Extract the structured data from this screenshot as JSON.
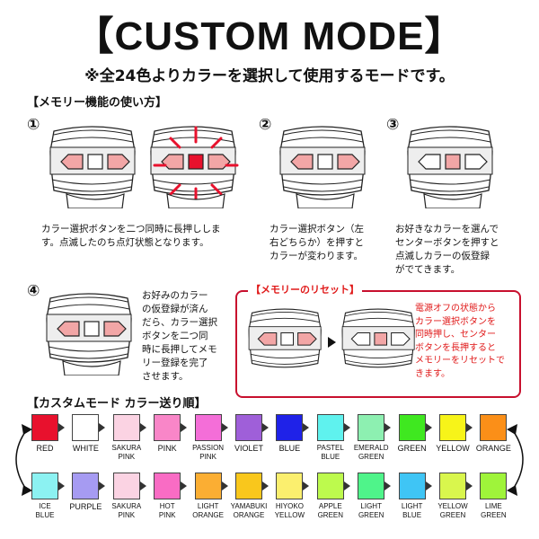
{
  "title": "【CUSTOM MODE】",
  "subtitle": "※全24色よりカラーを選択して使用するモードです。",
  "memory_section": "【メモリー機能の使い方】",
  "steps": [
    {
      "num": "①",
      "text": [
        "カラー選択ボタンを二つ同時に長押ししま",
        "す。点滅したのち点灯状態となります。"
      ]
    },
    {
      "num": "②",
      "text": [
        "カラー選択ボタン（左",
        "右どちらか）を押すと",
        "カラーが変わります。"
      ]
    },
    {
      "num": "③",
      "text": [
        "お好きなカラーを選んで",
        "センターボタンを押すと",
        "点滅しカラーの仮登録",
        "がでてきます。"
      ]
    },
    {
      "num": "④",
      "text": [
        "お好みのカラー",
        "の仮登録が済ん",
        "だら、カラー選択",
        "ボタンを二つ同",
        "時に長押してメモ",
        "リー登録を完了",
        "させます。"
      ]
    }
  ],
  "reset": {
    "label": "【メモリーのリセット】",
    "text": [
      "電源オフの状態から",
      "カラー選択ボタンを",
      "同時押し、センター",
      "ボタンを長押すると",
      "メモリーをリセットで",
      "きます。"
    ]
  },
  "color_section": "【カスタムモード カラー送り順】",
  "row1": [
    {
      "name": "RED",
      "lines": [
        "RED"
      ],
      "color": "#e8112d"
    },
    {
      "name": "WHITE",
      "lines": [
        "WHITE"
      ],
      "color": "#ffffff"
    },
    {
      "name": "SAKURA PINK",
      "lines": [
        "SAKURA",
        "PINK"
      ],
      "color": "#fbd3e3"
    },
    {
      "name": "PINK",
      "lines": [
        "PINK"
      ],
      "color": "#f986c8"
    },
    {
      "name": "PASSION PINK",
      "lines": [
        "PASSION",
        "PINK"
      ],
      "color": "#f46ed8"
    },
    {
      "name": "VIOLET",
      "lines": [
        "VIOLET"
      ],
      "color": "#9f5fd9"
    },
    {
      "name": "BLUE",
      "lines": [
        "BLUE"
      ],
      "color": "#1f22e8"
    },
    {
      "name": "PASTEL BLUE",
      "lines": [
        "PASTEL",
        "BLUE"
      ],
      "color": "#5ff2ee"
    },
    {
      "name": "EMERALD GREEN",
      "lines": [
        "EMERALD",
        "GREEN"
      ],
      "color": "#8df0b1"
    },
    {
      "name": "GREEN",
      "lines": [
        "GREEN"
      ],
      "color": "#3fe820"
    },
    {
      "name": "YELLOW",
      "lines": [
        "YELLOW"
      ],
      "color": "#f7f419"
    },
    {
      "name": "ORANGE",
      "lines": [
        "ORANGE"
      ],
      "color": "#fb8f18"
    }
  ],
  "row2": [
    {
      "name": "ICE BLUE",
      "lines": [
        "ICE",
        "BLUE"
      ],
      "color": "#8cf2f2"
    },
    {
      "name": "PURPLE",
      "lines": [
        "PURPLE"
      ],
      "color": "#a69bf2"
    },
    {
      "name": "SAKURA PINK",
      "lines": [
        "SAKURA",
        "PINK"
      ],
      "color": "#fbd3e3"
    },
    {
      "name": "HOT PINK",
      "lines": [
        "HOT",
        "PINK"
      ],
      "color": "#f96cc4"
    },
    {
      "name": "LIGHT ORANGE",
      "lines": [
        "LIGHT",
        "ORANGE"
      ],
      "color": "#fbae33"
    },
    {
      "name": "YAMABUKI ORANGE",
      "lines": [
        "YAMABUKI",
        "ORANGE"
      ],
      "color": "#f9c71c"
    },
    {
      "name": "HIYOKO YELLOW",
      "lines": [
        "HIYOKO",
        "YELLOW"
      ],
      "color": "#fbef6e"
    },
    {
      "name": "APPLE GREEN",
      "lines": [
        "APPLE",
        "GREEN"
      ],
      "color": "#bdfa4d"
    },
    {
      "name": "LIGHT GREEN",
      "lines": [
        "LIGHT",
        "GREEN"
      ],
      "color": "#4ff48a"
    },
    {
      "name": "LIGHT BLUE",
      "lines": [
        "LIGHT",
        "BLUE"
      ],
      "color": "#3fc5f5"
    },
    {
      "name": "YELLOW GREEN",
      "lines": [
        "YELLOW",
        "GREEN"
      ],
      "color": "#d9f64d"
    },
    {
      "name": "LIME GREEN",
      "lines": [
        "LIME",
        "GREEN"
      ],
      "color": "#9ff43a"
    }
  ]
}
